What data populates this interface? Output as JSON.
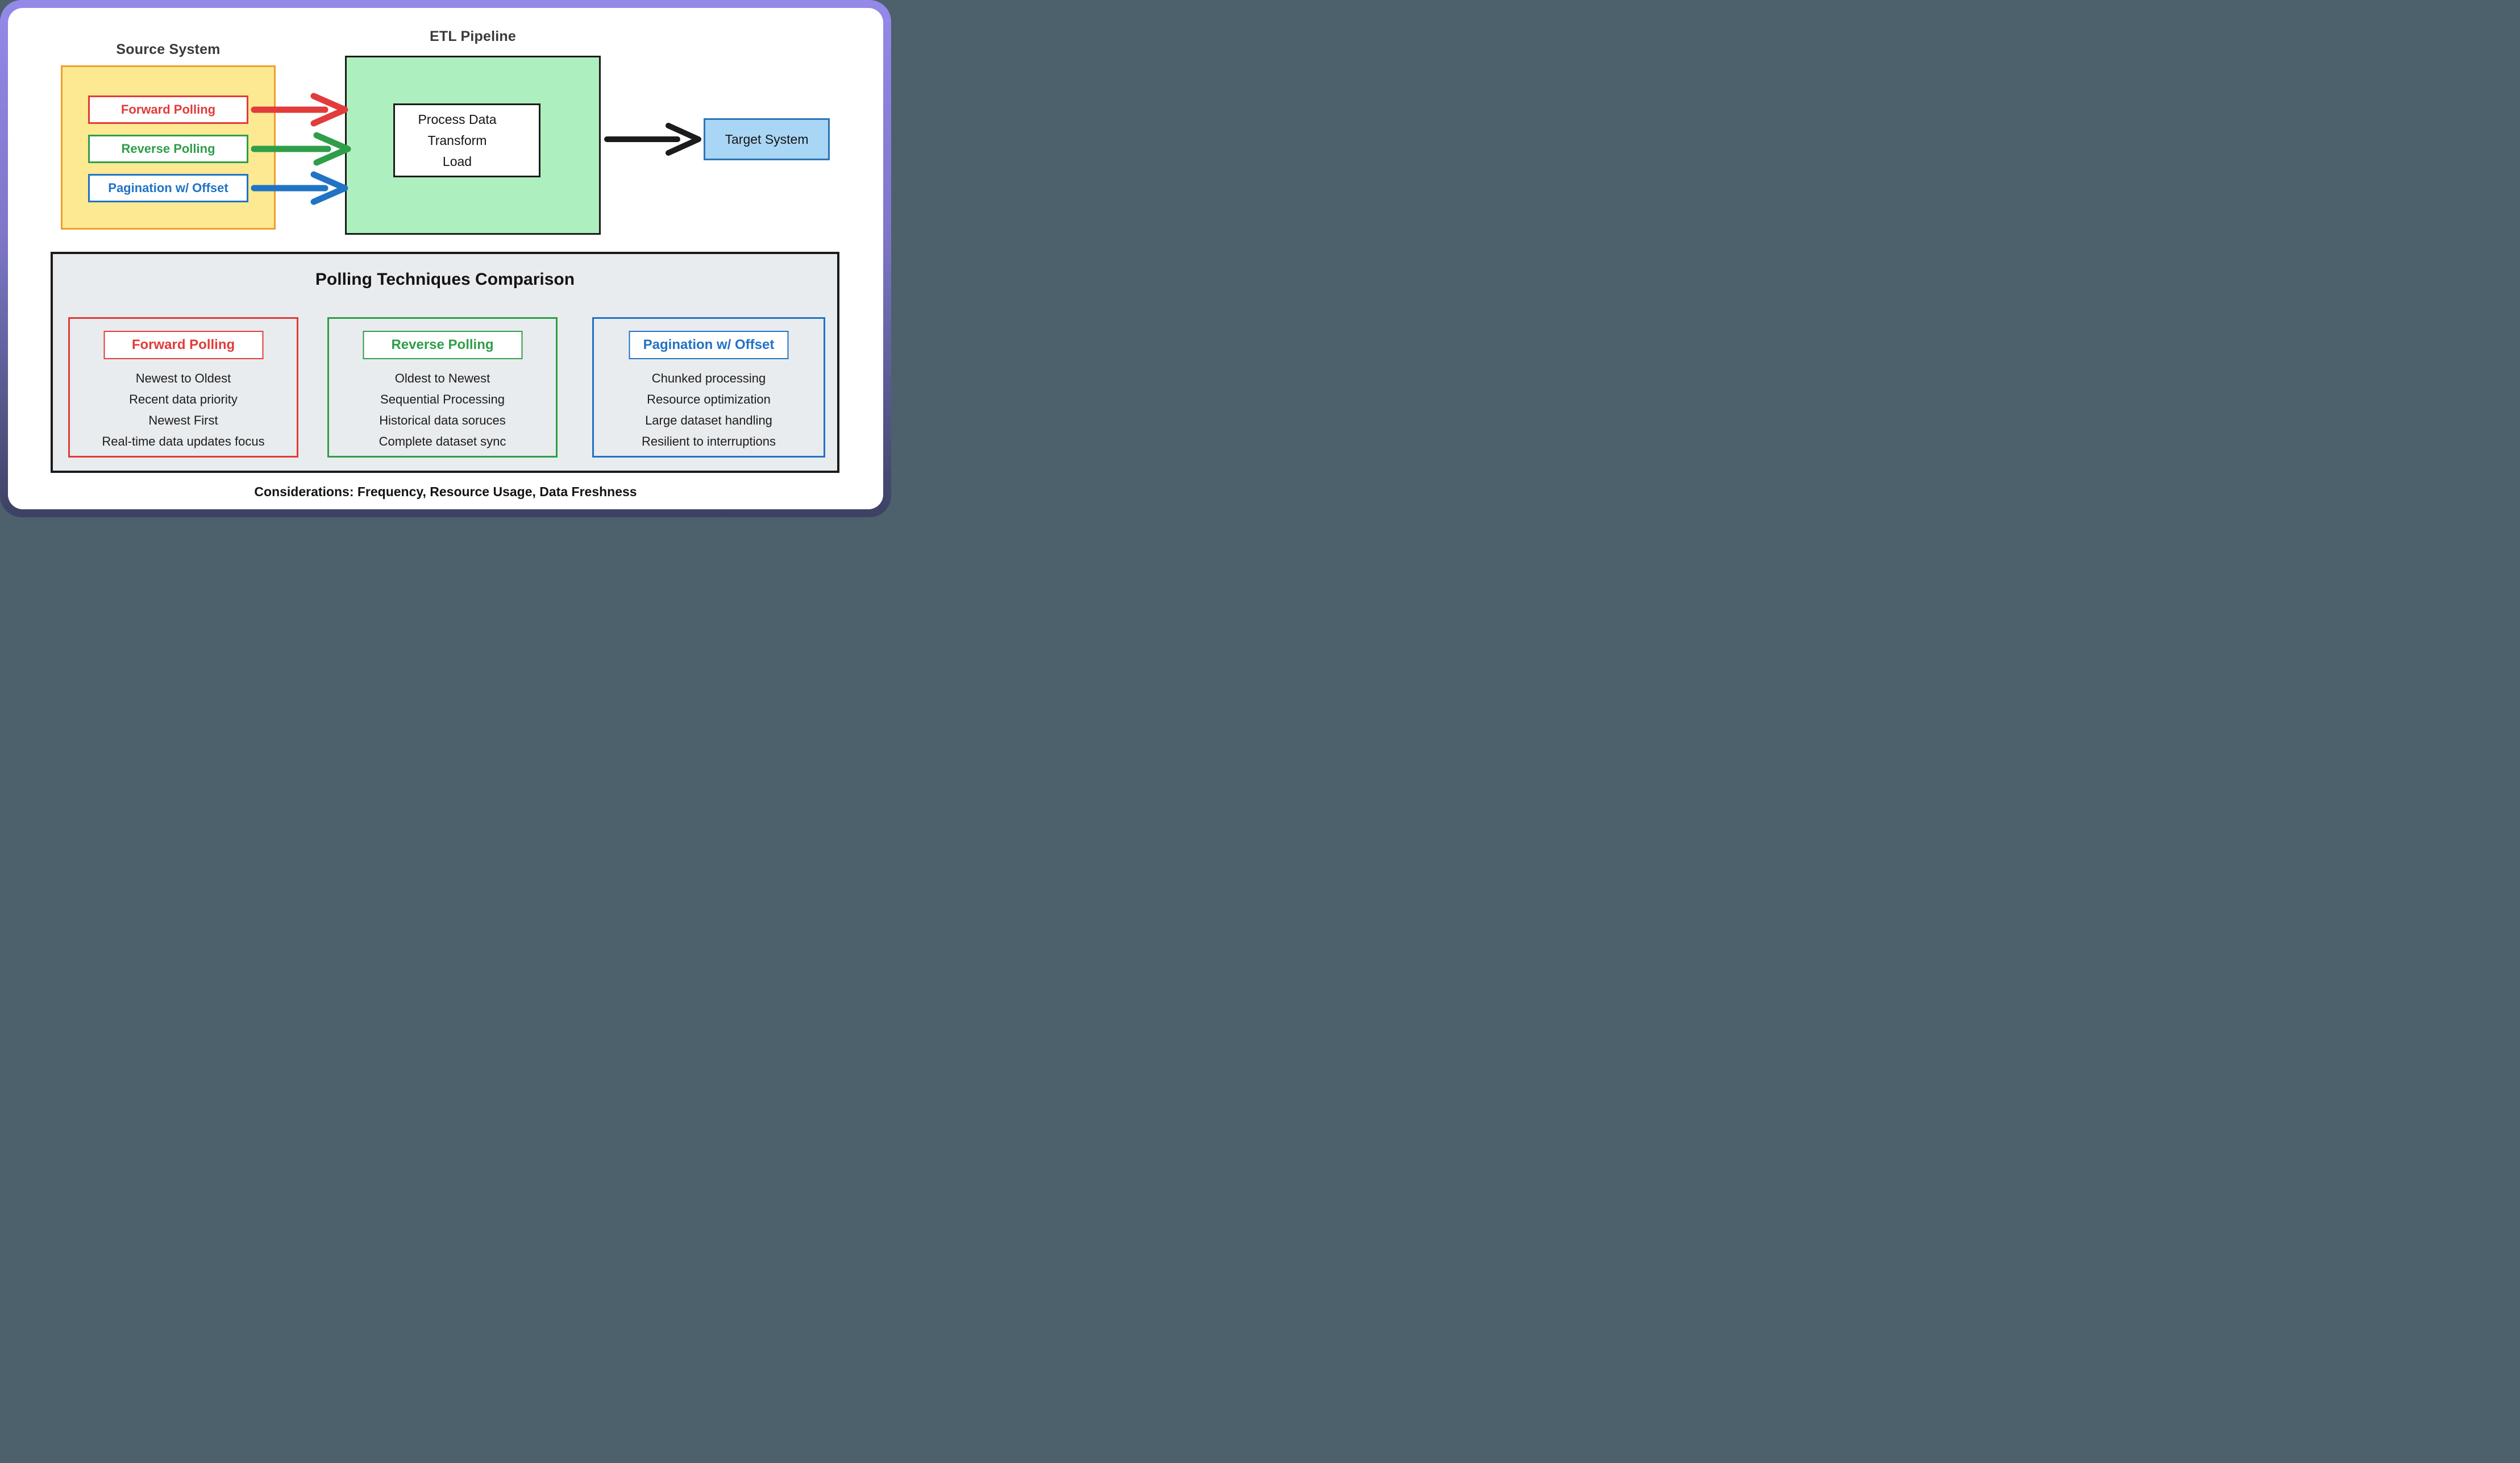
{
  "canvas": {
    "outer_background": "#4C616C",
    "gradient_top": "#9489E9",
    "gradient_bottom": "#3C4263",
    "panel_background": "#FFFFFF"
  },
  "flow": {
    "source_title": "Source System",
    "source_box_fill": "#FCE992",
    "source_box_border": "#EE9F2E",
    "source_items": [
      {
        "label": "Forward Polling",
        "color": "#E23B3B"
      },
      {
        "label": "Reverse Polling",
        "color": "#2F9E49"
      },
      {
        "label": "Pagination w/ Offset",
        "color": "#2173C4"
      }
    ],
    "arrows": [
      {
        "name": "forward-polling-arrow",
        "color": "#E23B3B"
      },
      {
        "name": "reverse-polling-arrow",
        "color": "#2F9E49"
      },
      {
        "name": "pagination-arrow",
        "color": "#2173C4"
      },
      {
        "name": "etl-to-target-arrow",
        "color": "#1B1B1B"
      }
    ],
    "etl_title": "ETL Pipeline",
    "etl_box_fill": "#ADEFBE",
    "process_steps": [
      "Process Data",
      "Transform",
      "Load"
    ],
    "target_label": "Target System",
    "target_box_fill": "#A9D6F5",
    "target_box_border": "#2E75B6"
  },
  "comparison": {
    "title": "Polling Techniques Comparison",
    "panel_fill": "#E9ECEE",
    "columns": [
      {
        "header": "Forward Polling",
        "color": "#E23B3B",
        "features": [
          "Newest to Oldest",
          "Recent data priority",
          "Newest First",
          "Real-time data updates focus"
        ]
      },
      {
        "header": "Reverse Polling",
        "color": "#2F9E49",
        "features": [
          "Oldest to Newest",
          "Sequential Processing",
          "Historical data soruces",
          "Complete dataset sync"
        ]
      },
      {
        "header": "Pagination w/ Offset",
        "color": "#2173C4",
        "features": [
          "Chunked processing",
          "Resource optimization",
          "Large dataset handling",
          "Resilient to interruptions"
        ]
      }
    ],
    "footer": "Considerations: Frequency, Resource Usage, Data Freshness"
  }
}
